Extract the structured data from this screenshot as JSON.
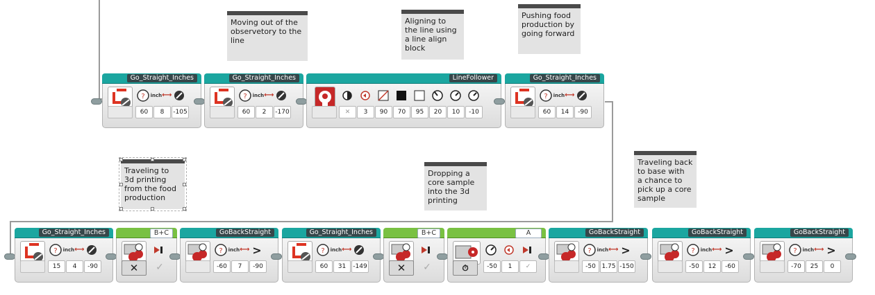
{
  "colors": {
    "myblock_header": "#1ba6a0",
    "motor_header": "#79c142",
    "comment_bar": "#4a4a4a",
    "comment_bg": "#e3e3e3",
    "wire": "#9a9a9a"
  },
  "comments": [
    {
      "text": "Moving out of the\nobservetory to the\nline"
    },
    {
      "text": "Aligning to\nthe line using\na line align\nblock"
    },
    {
      "text": "Pushing food\nproduction by\ngoing forward"
    },
    {
      "text": "Traveling to\n3d printing\nfrom the food\nproduction"
    },
    {
      "text": "Dropping a\ncore sample\ninto the 3d\nprinting"
    },
    {
      "text": "Traveling back\nto base with\na chance to\npick up a core\nsample"
    }
  ],
  "row1": [
    {
      "title": "Go_Straight_Inches",
      "mode_icon": "reverse-stop-icon",
      "icons": [
        "speed-gauge-icon",
        "inch-distance-icon",
        "brake-dial-icon"
      ],
      "icon_text": [
        "",
        "inch",
        ""
      ],
      "values": [
        "60",
        "8",
        "-105"
      ]
    },
    {
      "title": "Go_Straight_Inches",
      "mode_icon": "reverse-stop-icon",
      "icons": [
        "speed-gauge-icon",
        "inch-distance-icon",
        "brake-dial-icon"
      ],
      "icon_text": [
        "",
        "inch",
        ""
      ],
      "values": [
        "60",
        "2",
        "-170"
      ]
    },
    {
      "title": "LineFollower",
      "mode_icon": "brain-icon",
      "icons": [
        "contrast-icon",
        "sensor-port-icon",
        "slope-icon",
        "black-square-icon",
        "white-square-icon",
        "gain-dial-icon",
        "speed-gauge-icon",
        "speed-gauge-icon"
      ],
      "values": [
        "✕",
        "3",
        "90",
        "70",
        "95",
        "20",
        "10",
        "-10"
      ]
    },
    {
      "title": "Go_Straight_Inches",
      "mode_icon": "reverse-stop-icon",
      "icons": [
        "speed-gauge-icon",
        "inch-distance-icon",
        "brake-dial-icon"
      ],
      "icon_text": [
        "",
        "inch",
        ""
      ],
      "values": [
        "60",
        "14",
        "-90"
      ]
    }
  ],
  "row2": [
    {
      "title": "Go_Straight_Inches",
      "kind": "mb",
      "values": [
        "15",
        "4",
        "-90"
      ]
    },
    {
      "title": "B+C",
      "kind": "motor-off",
      "values": [
        "✕",
        "✓"
      ]
    },
    {
      "title": "GoBackStraight",
      "kind": "gb",
      "values": [
        "-60",
        "7",
        "-90"
      ]
    },
    {
      "title": "Go_Straight_Inches",
      "kind": "mb",
      "values": [
        "60",
        "31",
        "-149"
      ]
    },
    {
      "title": "B+C",
      "kind": "motor-off",
      "values": [
        "✕",
        "✓"
      ]
    },
    {
      "title": "A",
      "kind": "motor-a",
      "values": [
        "-50",
        "1",
        "✓"
      ]
    },
    {
      "title": "GoBackStraight",
      "kind": "gb",
      "values": [
        "-50",
        "1.75",
        "-150"
      ]
    },
    {
      "title": "GoBackStraight",
      "kind": "gb",
      "values": [
        "-50",
        "12",
        "-60"
      ]
    },
    {
      "title": "GoBackStraight",
      "kind": "gb",
      "values": [
        "-70",
        "25",
        "0"
      ]
    }
  ]
}
